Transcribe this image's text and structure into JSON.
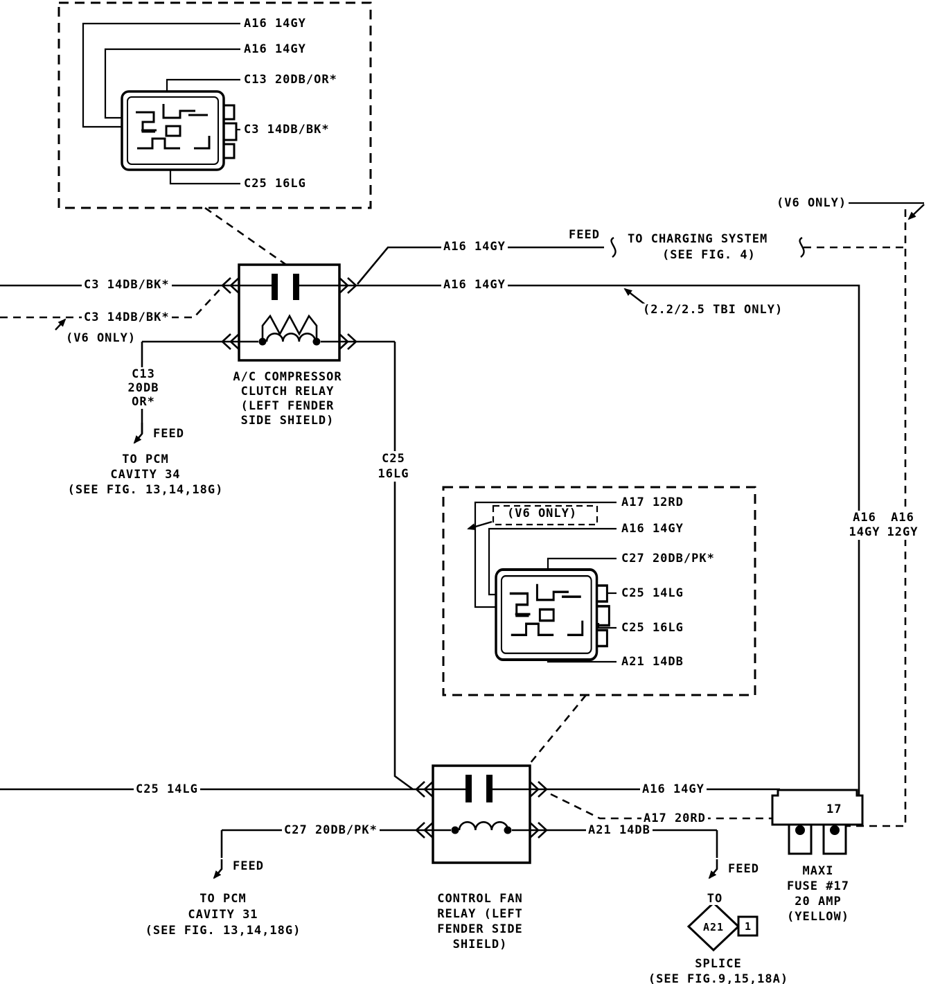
{
  "top_connector": {
    "pins": [
      "A16 14GY",
      "A16 14GY",
      "C13 20DB/OR*",
      "C3 14DB/BK*",
      "C25 16LG"
    ]
  },
  "ac_relay": {
    "title": [
      "A/C COMPRESSOR",
      "CLUTCH RELAY",
      "(LEFT FENDER",
      "SIDE SHIELD)"
    ]
  },
  "fan_relay": {
    "title": [
      "CONTROL FAN",
      "RELAY (LEFT",
      "FENDER SIDE",
      "SHIELD)"
    ]
  },
  "wires": {
    "c3_solid": "C3 14DB/BK*",
    "c3_dashed": "C3 14DB/BK*",
    "v6_only_left": "(V6 ONLY)",
    "c13_stack": [
      "C13",
      "20DB",
      "OR*"
    ],
    "a16_charging": "A16 14GY",
    "a16_main": "A16 14GY",
    "tbi_only": "(2.2/2.5 TBI ONLY)",
    "c25_16lg_stack": [
      "C25",
      "16LG"
    ],
    "c25_14lg": "C25 14LG",
    "c27": "C27 20DB/PK*",
    "a16_fan": "A16 14GY",
    "a17": "A17 20RD",
    "a21": "A21 14DB"
  },
  "mid_connector": {
    "v6_only": "(V6 ONLY)",
    "pins": [
      "A17 12RD",
      "A16 14GY",
      "C27 20DB/PK*",
      "C25 14LG",
      "C25 16LG",
      "A21 14DB"
    ]
  },
  "destinations": {
    "pcm34": {
      "feed": "FEED",
      "lines": [
        "TO PCM",
        "CAVITY 34",
        "(SEE FIG. 13,14,18G)"
      ]
    },
    "charging": {
      "feed": "FEED",
      "lines": [
        "TO CHARGING SYSTEM",
        "(SEE FIG. 4)"
      ]
    },
    "pcm31": {
      "feed": "FEED",
      "lines": [
        "TO PCM",
        "CAVITY 31",
        "(SEE FIG. 13,14,18G)"
      ]
    },
    "splice": {
      "feed": "FEED",
      "to": "TO",
      "diamond": "A21",
      "pin": "1",
      "lines": [
        "SPLICE",
        "(SEE FIG.9,15,18A)"
      ]
    }
  },
  "fuse": {
    "number": "17",
    "lines": [
      "MAXI",
      "FUSE #17",
      "20 AMP",
      "(YELLOW)"
    ]
  },
  "right_side": {
    "v6_only": "(V6 ONLY)",
    "wire1": [
      "A16",
      "14GY"
    ],
    "wire2": [
      "A16",
      "12GY"
    ]
  }
}
